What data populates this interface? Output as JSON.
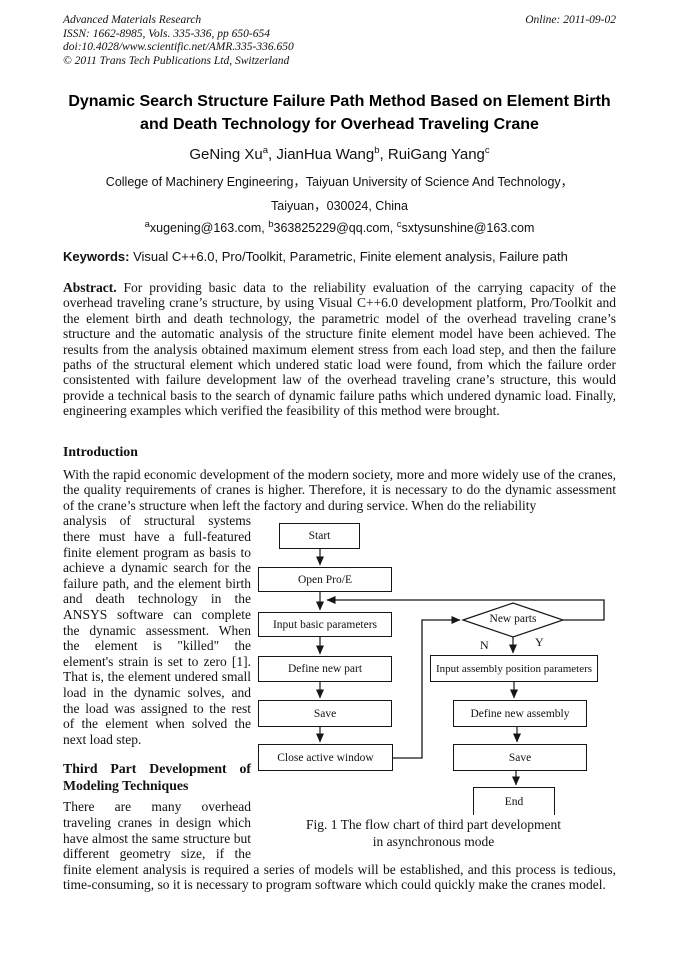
{
  "header": {
    "journal": "Advanced Materials Research",
    "issn_line": "ISSN: 1662-8985, Vols. 335-336, pp 650-654",
    "doi_line": "doi:10.4028/www.scientific.net/AMR.335-336.650",
    "copyright_line": "© 2011 Trans Tech Publications Ltd, Switzerland",
    "online_date": "Online: 2011-09-02"
  },
  "title": {
    "line1": "Dynamic Search Structure Failure Path Method Based on Element Birth",
    "line2": "and Death Technology for Overhead Traveling Crane"
  },
  "authors": [
    {
      "name": "GeNing Xu",
      "sup": "a",
      "sep": ", "
    },
    {
      "name": "JianHua Wang",
      "sup": "b",
      "sep": ", "
    },
    {
      "name": "RuiGang Yang",
      "sup": "c",
      "sep": ""
    }
  ],
  "affiliation": {
    "line1": "College of Machinery Engineering，Taiyuan University of Science And Technology，",
    "line2": "Taiyuan，030024, China"
  },
  "emails": [
    {
      "sup": "a",
      "addr": "xugening@163.com",
      "sep": ", "
    },
    {
      "sup": "b",
      "addr": "363825229@qq.com",
      "sep": ", "
    },
    {
      "sup": "c",
      "addr": "sxtysunshine@163.com",
      "sep": ""
    }
  ],
  "keywords": {
    "label": "Keywords:",
    "text": " Visual C++6.0, Pro/Toolkit, Parametric, Finite element analysis, Failure path"
  },
  "abstract": {
    "label": "Abstract.",
    "text": " For providing basic data to the reliability evaluation of the carrying capacity of the overhead traveling crane’s structure, by using Visual C++6.0 development platform, Pro/Toolkit and the element birth and death technology, the parametric model of the overhead traveling crane’s structure and the automatic analysis of the structure finite element model have been achieved. The results from the analysis obtained maximum element stress from each load step, and then the failure paths of the structural element which undered static load were found, from which the failure order consistented with failure development law of the overhead traveling crane’s structure, this would provide a technical basis to the search of dynamic failure paths which undered dynamic load. Finally, engineering examples which verified the feasibility of this method were brought."
  },
  "introduction": {
    "heading": "Introduction",
    "p1": "With the rapid economic development of the modern society, more and more widely use of the cranes, the quality requirements of cranes is higher. Therefore, it is necessary to do the dynamic assessment of the crane’s structure when left the factory and during service. When do the reliability",
    "p2": "analysis of structural systems there must have a full-featured finite element program as basis to achieve a dynamic search for the failure path, and the element birth and death technology in the ANSYS software can complete the dynamic assessment. When the element is \"killed\" the element's strain is set to zero [1]. That is, the element undered small load in the dynamic solves, and the load was assigned to the rest of the element when solved the next load step."
  },
  "third_part": {
    "heading": "Third Part Development of Modeling Techniques",
    "p1": "There are many overhead traveling cranes in design which have almost the same structure but different geometry size, if the finite element analysis is required a series of models will be established, and this process is tedious, time-consuming, so it is necessary to program software which could quickly make the cranes model."
  },
  "flowchart": {
    "nodes": {
      "start": "Start",
      "open_proe": "Open Pro/E",
      "input_basic": "Input basic parameters",
      "define_part": "Define new part",
      "save_left": "Save",
      "close_window": "Close active window",
      "decision": "New parts",
      "branch_n": "N",
      "branch_y": "Y",
      "input_assembly": "Input assembly position parameters",
      "define_assembly": "Define new assembly",
      "save_right": "Save",
      "end": "End"
    },
    "caption_line1": "Fig. 1 The flow chart of third part development",
    "caption_line2": "in asynchronous mode"
  },
  "colors": {
    "ink": "#111111",
    "page_bg": "#ffffff"
  }
}
